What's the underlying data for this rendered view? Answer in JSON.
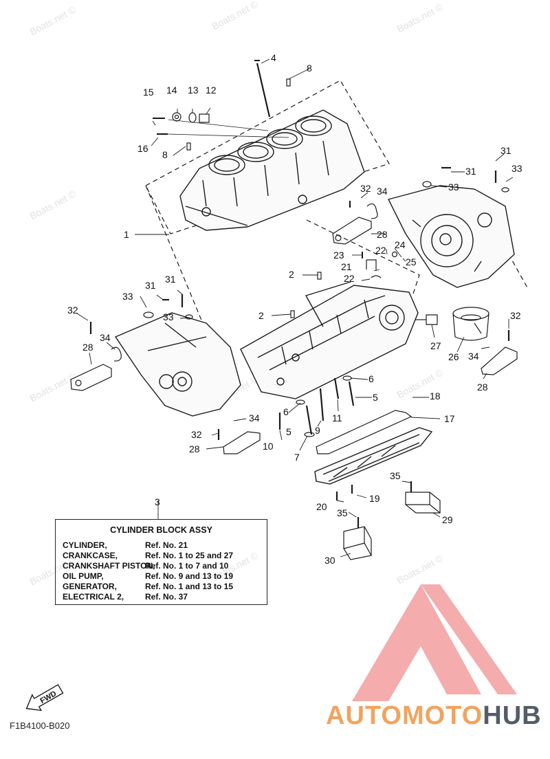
{
  "watermark": "Boats.net ©",
  "callouts": [
    "1",
    "2",
    "2",
    "3",
    "4",
    "5",
    "5",
    "6",
    "6",
    "7",
    "8",
    "8",
    "9",
    "10",
    "11",
    "12",
    "13",
    "14",
    "15",
    "16",
    "17",
    "18",
    "19",
    "20",
    "21",
    "22",
    "22",
    "23",
    "24",
    "25",
    "26",
    "27",
    "28",
    "28",
    "28",
    "28",
    "29",
    "30",
    "31",
    "31",
    "31",
    "31",
    "32",
    "32",
    "32",
    "32",
    "33",
    "33",
    "33",
    "33",
    "34",
    "34",
    "34",
    "34",
    "35",
    "35"
  ],
  "table": {
    "title": "CYLINDER BLOCK ASSY",
    "rows": [
      {
        "k": "CYLINDER,",
        "v": "Ref. No. 21"
      },
      {
        "k": "CRANKCASE,",
        "v": "Ref. No. 1 to 25 and 27"
      },
      {
        "k": "CRANKSHAFT PISTON,",
        "v": "Ref. No. 1 to 7 and 10"
      },
      {
        "k": "OIL PUMP,",
        "v": "Ref. No. 9 and 13 to 19"
      },
      {
        "k": "GENERATOR,",
        "v": "Ref. No. 1 and 13 to 15"
      },
      {
        "k": "ELECTRICAL 2,",
        "v": "Ref. No. 37"
      }
    ]
  },
  "fwd_label": "FWD",
  "diagram_code": "F1B4100-B020",
  "brand": {
    "part1": "AUTOMOTO",
    "part2": "HUB"
  },
  "colors": {
    "line": "#1a1a1a",
    "logo": "#f08a8a",
    "brand_orange": "#f2a35e",
    "brand_gray": "#555c66",
    "watermark": "#e2e2e2"
  }
}
